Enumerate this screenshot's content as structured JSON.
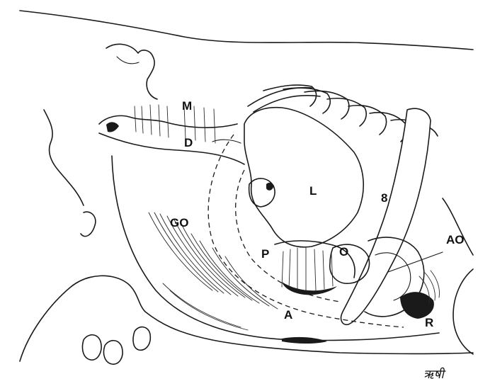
{
  "labels": {
    "m": "M",
    "d": "D",
    "l": "L",
    "eight": "8",
    "go": "GO",
    "p": "P",
    "o": "O",
    "ao": "AO",
    "a": "A",
    "r": "R"
  },
  "signature": "ऋषी",
  "colors": {
    "ink": "#1a1a1a",
    "background": "#ffffff"
  }
}
